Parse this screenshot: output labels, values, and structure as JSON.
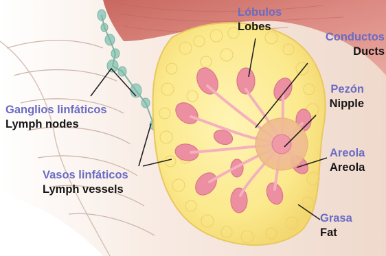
{
  "labels": {
    "lobes": {
      "es": "Lóbulos",
      "en": "Lobes"
    },
    "ducts": {
      "es": "Conductos",
      "en": "Ducts"
    },
    "nipple": {
      "es": "Pezón",
      "en": "Nipple"
    },
    "lymph_nodes": {
      "es": "Ganglios linfáticos",
      "en": "Lymph nodes"
    },
    "lymph_vessels": {
      "es": "Vasos linfáticos",
      "en": "Lymph vessels"
    },
    "areola": {
      "es": "Areola",
      "en": "Areola"
    },
    "fat": {
      "es": "Grasa",
      "en": "Fat"
    }
  },
  "colors": {
    "spanish_label": "#6a6bc4",
    "english_label": "#151515",
    "skin": "#f6e6dc",
    "muscle": "#d7847c",
    "fat": "#fbe98c",
    "lobe": "#ec8fa0",
    "lymph": "#9fcfc0",
    "leader_line": "#222222"
  }
}
